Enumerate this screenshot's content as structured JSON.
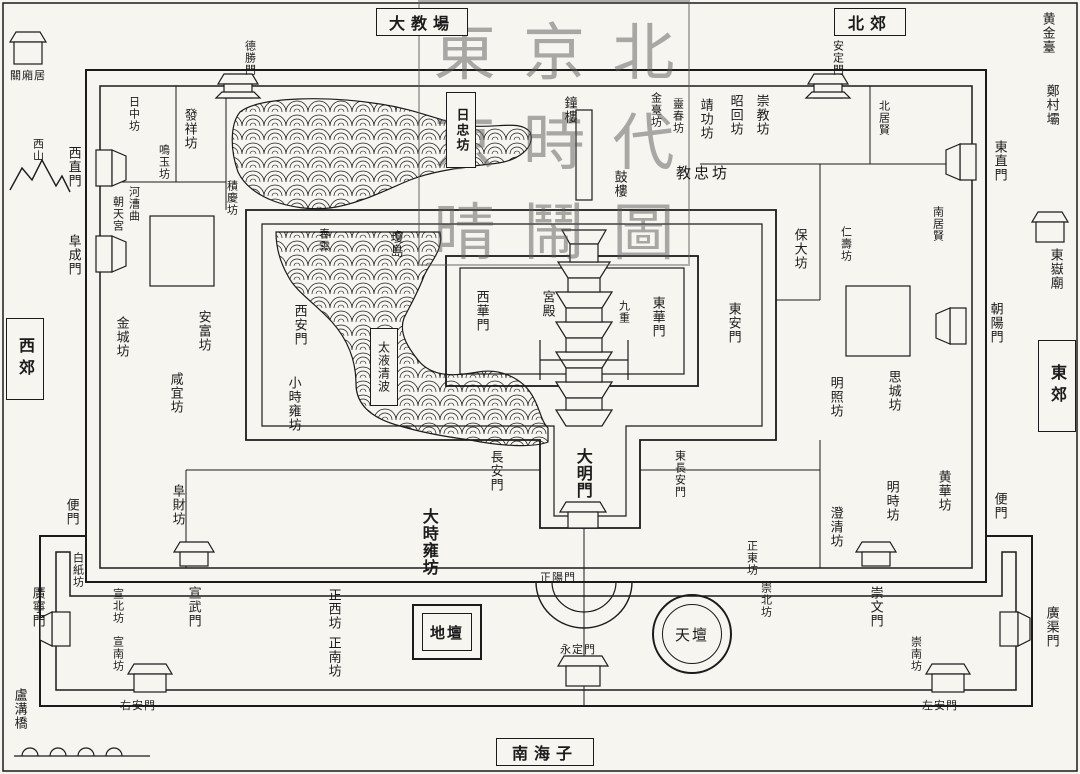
{
  "colors": {
    "ink": "#1b1b1b",
    "paper": "#f7f5ef",
    "seal": "#7a7a7a"
  },
  "seal": {
    "chars": [
      "東",
      "京",
      "北",
      "京",
      "時",
      "代",
      "晴",
      "鬧",
      "圖"
    ]
  },
  "boxes": {
    "top_left": "大教場",
    "top_right": "北郊",
    "west": "西郊",
    "east": "東郊",
    "bottom": "南海子",
    "altar": "地壇",
    "tianchi": "天壇"
  },
  "outer": {
    "huang_jin_tai": "黄金臺",
    "zheng_cun_ba": "鄭村壩",
    "dong_yue_miao": "東嶽廟",
    "xi_shan": "西山",
    "lu_gou_qiao": "盧溝橋",
    "guan_ta_ju": "關廂居"
  },
  "gates": {
    "desheng": "德勝門",
    "anding": "安定門",
    "xizhi": "西直門",
    "dongzhi": "東直門",
    "fucheng": "阜成門",
    "chaoyang": "朝陽門",
    "bian_w": "便門",
    "bian_e": "便門",
    "guangning": "廣寧門",
    "guangqu": "廣渠門",
    "xuanwu": "宣武門",
    "chongwen": "崇文門",
    "zhengyang": "正陽門",
    "yongding": "永定門",
    "youan": "右安門",
    "zuoan": "左安門",
    "damingmen": "大明門",
    "xian": "西安門",
    "dongan": "東安門",
    "xihua": "西華門",
    "donghua": "東華門",
    "zhangan_w": "長安門",
    "zhangan_e": "東長安門"
  },
  "wards": {
    "rizhong": "日中坊",
    "faxiang": "發祥坊",
    "mingyu": "鳴玉坊",
    "jiqing": "積慶坊",
    "rizhong2": "日忠坊",
    "jinsheng": "金臺坊",
    "lingchun": "靈春坊",
    "jinggong": "靖功坊",
    "zhaohui": "昭回坊",
    "chongjiao": "崇教坊",
    "beijuxian": "北居賢",
    "jiaozhong": "教忠坊",
    "nanjuxian": "南居賢",
    "baoda": "保大坊",
    "renshou": "仁壽坊",
    "jincheng": "金城坊",
    "anfu": "安富坊",
    "xianyi": "咸宜坊",
    "siming": "思城坊",
    "mingzhao": "明照坊",
    "fucai": "阜財坊",
    "dashiyong": "大時雍坊",
    "xiaoshiyong": "小時雍坊",
    "huanghua": "黄華坊",
    "mingshi": "明時坊",
    "chengqing": "澄清坊",
    "zhengxi": "正西坊",
    "zhengnan": "正南坊",
    "baizhi": "白紙坊",
    "xuanbei": "宣北坊",
    "xuannan": "宣南坊",
    "chongbei": "崇北坊",
    "chongnan": "崇南坊",
    "zhengdong": "正東坊",
    "haocao": "河漕曲",
    "chaotian": "朝天宮",
    "taiye": "太液清波",
    "chunyun": "春雲",
    "qiongdao": "瓊島",
    "gongdian": "宮殿",
    "jiuchong": "九重",
    "gulou": "鼓樓",
    "zhonglou": "鐘樓"
  }
}
